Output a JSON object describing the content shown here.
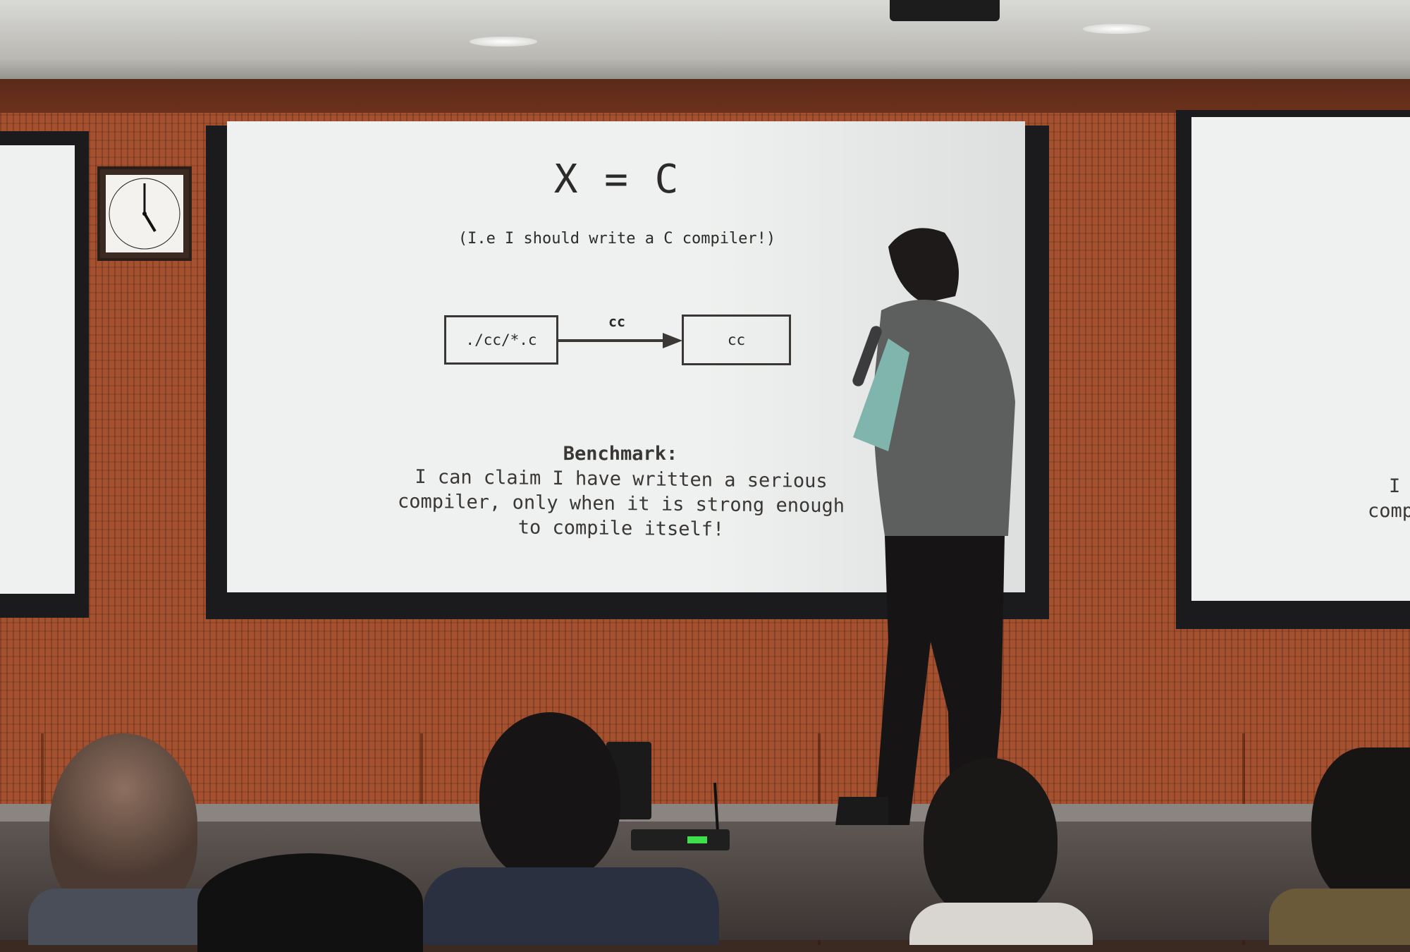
{
  "slide": {
    "title": "X = C",
    "subtitle": "(I.e I should write a C compiler!)",
    "diagram": {
      "source_box": "./cc/*.c",
      "arrow_label": "cc",
      "target_box": "cc"
    },
    "benchmark_heading": "Benchmark:",
    "benchmark_lines": [
      "I can claim I have written a serious",
      "compiler, only when it is strong enough",
      "to compile itself!"
    ]
  },
  "right_screen_fragment": {
    "line_1": "I",
    "line_2": "comp"
  },
  "colors": {
    "wall": "#a5502f",
    "screen": "#eef1ef",
    "slide_text": "#2d2b29",
    "frame": "#1b1b1d"
  }
}
